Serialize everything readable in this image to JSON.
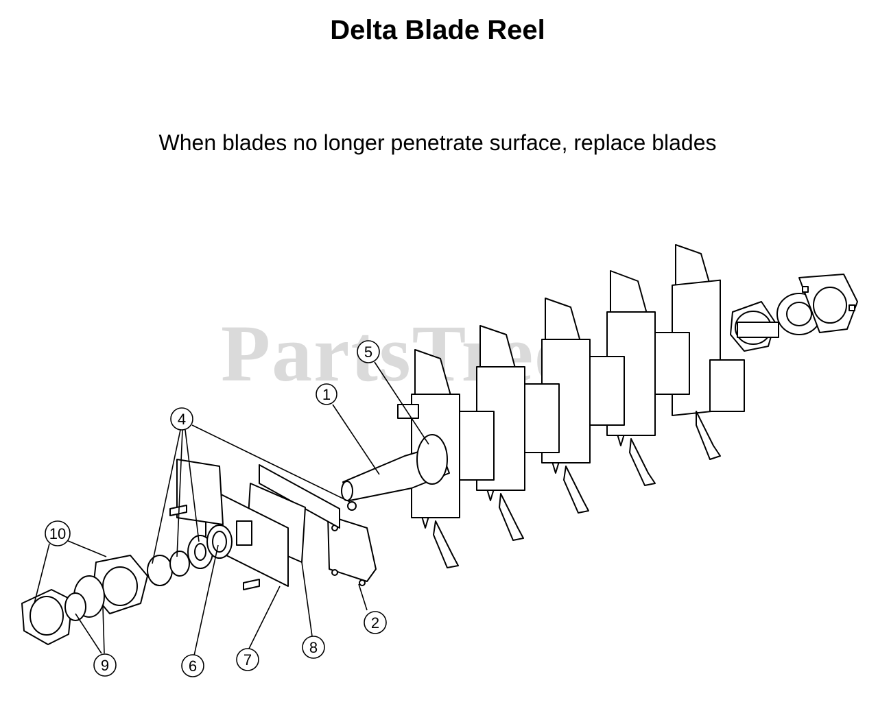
{
  "title": "Delta Blade Reel",
  "subtitle": "When blades no longer penetrate surface, replace blades",
  "watermark": "PartsTree",
  "callouts": [
    {
      "id": "1",
      "label": "1"
    },
    {
      "id": "2",
      "label": "2"
    },
    {
      "id": "4",
      "label": "4"
    },
    {
      "id": "5",
      "label": "5"
    },
    {
      "id": "6",
      "label": "6"
    },
    {
      "id": "7",
      "label": "7"
    },
    {
      "id": "8",
      "label": "8"
    },
    {
      "id": "9",
      "label": "9"
    },
    {
      "id": "10",
      "label": "10"
    }
  ]
}
